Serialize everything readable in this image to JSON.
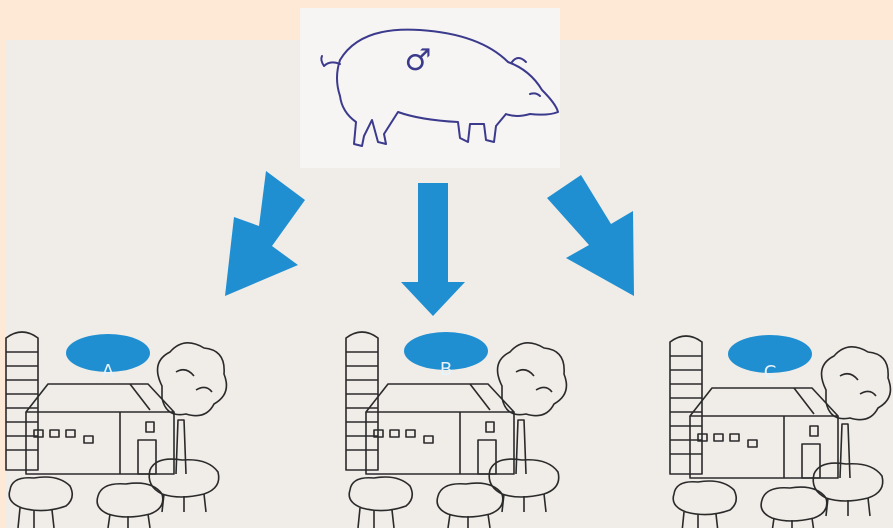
{
  "boar": {
    "symbol": "♂",
    "icon": "boar-icon"
  },
  "farms": [
    {
      "label": "A"
    },
    {
      "label": "B"
    },
    {
      "label": "C"
    }
  ],
  "colors": {
    "background": "#fde9d6",
    "panel": "#f0ece8",
    "arrow": "#1f8fd1",
    "label_ellipse": "#1f8fd1",
    "boar_outline": "#3b3a8c",
    "sketch": "#2a2a2a"
  }
}
